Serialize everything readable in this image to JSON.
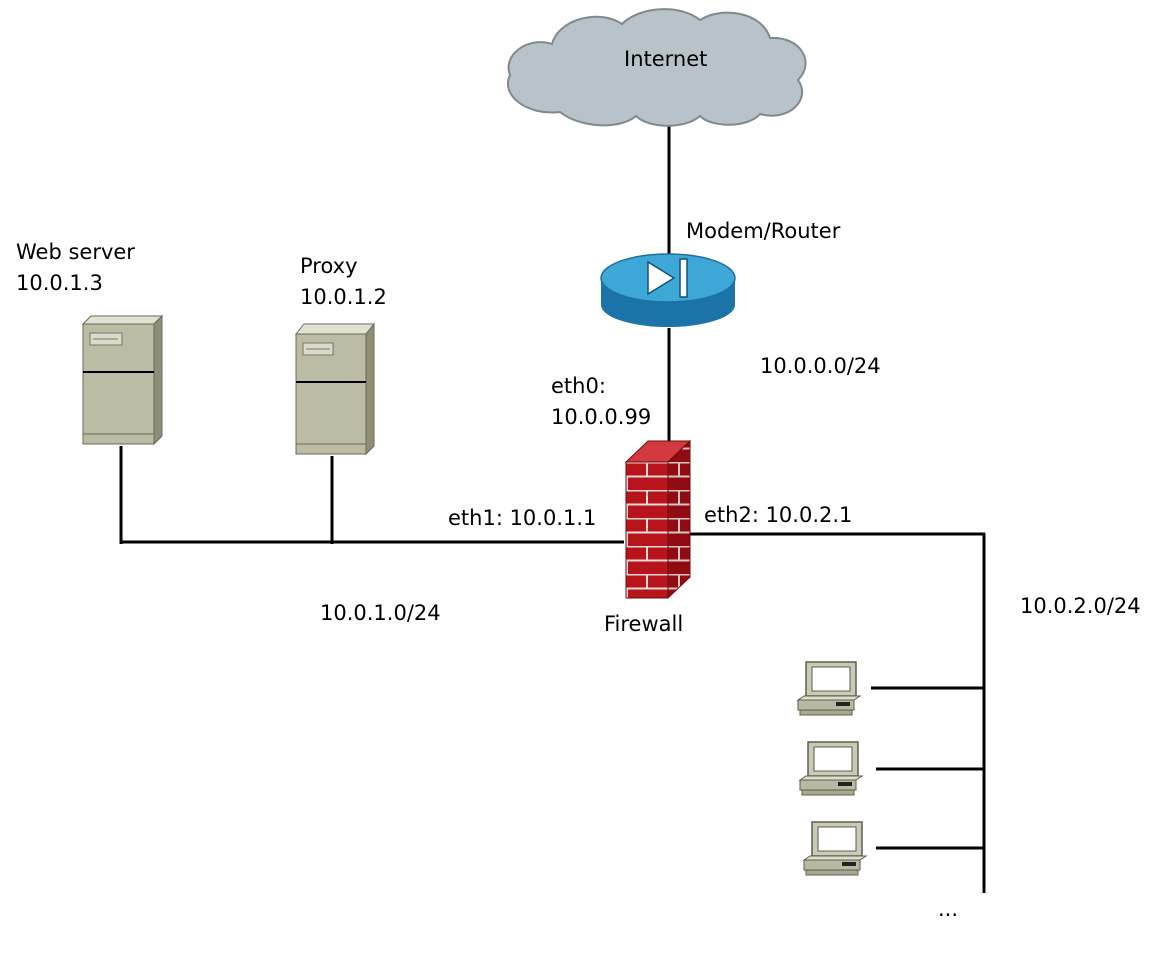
{
  "nodes": {
    "internet": {
      "label": "Internet"
    },
    "router": {
      "label": "Modem/Router"
    },
    "web_server": {
      "name": "Web server",
      "ip": "10.0.1.3"
    },
    "proxy": {
      "name": "Proxy",
      "ip": "10.0.1.2"
    },
    "firewall": {
      "label": "Firewall",
      "eth0_name": "eth0:",
      "eth0_ip": "10.0.0.99",
      "eth1": "eth1: 10.0.1.1",
      "eth2": "eth2: 10.0.2.1"
    },
    "clients": {
      "more": "..."
    }
  },
  "networks": {
    "wan": "10.0.0.0/24",
    "dmz": "10.0.1.0/24",
    "lan": "10.0.2.0/24"
  },
  "colors": {
    "cloud_fill": "#b7c3c8",
    "cloud_stroke": "#7d8a90",
    "router_top": "#3da7d8",
    "router_side": "#1b73a8",
    "server_body": "#bcbba4",
    "brick": "#b8141b",
    "line": "#000000"
  },
  "icons": {
    "internet": "cloud-icon",
    "router": "router-icon",
    "servers": "server-icon",
    "firewall": "firewall-icon",
    "clients": "workstation-icon"
  }
}
